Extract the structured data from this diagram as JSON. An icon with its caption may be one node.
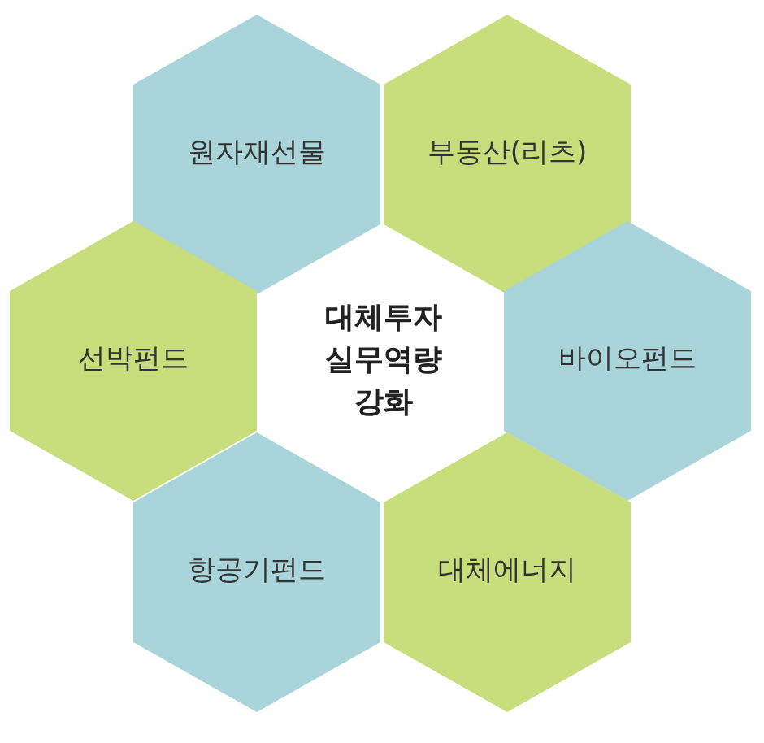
{
  "diagram": {
    "nodes": [
      {
        "text": [
          "원자재선물"
        ]
      },
      {
        "text": [
          "부동산(리츠)"
        ]
      },
      {
        "text": [
          "선박펀드"
        ]
      },
      {
        "text": [
          "바이오펀드"
        ]
      },
      {
        "text": [
          "항공기펀드"
        ]
      },
      {
        "text": [
          "대체에너지"
        ]
      }
    ],
    "labels": [
      "대체투자 실무역량 강화"
    ]
  }
}
